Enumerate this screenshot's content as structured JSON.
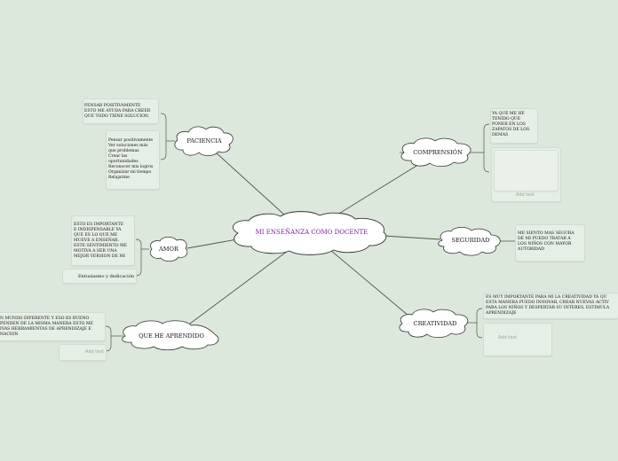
{
  "center": {
    "label": "MI ENSEÑANZA COMO DOCENTE",
    "color": "#7b1fa2"
  },
  "topics": {
    "paciencia": {
      "label": "PACIENCIA"
    },
    "comprension": {
      "label": "COMPRENSIÓN"
    },
    "amor": {
      "label": "AMOR"
    },
    "seguridad": {
      "label": "SEGURIDAD"
    },
    "creatividad": {
      "label": "CREATIVIDAD"
    },
    "aprendido": {
      "label": "QUE HE APRENDIDO"
    }
  },
  "notes": {
    "paciencia_1": "PENSAR POSITIVAMENTE\nESTO ME AYUDA PARA CREER\nQUE TODO TIENE SOLUCION.",
    "paciencia_2": "Pensar positivamente\nVer soluciones más\nque problemas\nCrear las\noportunidades\nReconocer mis logros\nOrganizar mi tiempo\nRelajarme",
    "comprension_1": "YA QUE ME HE\nTENIDO QUE\nPONER EN LOS\nZAPATOS DE LOS\nDEMAS",
    "comprension_addtext": "Add text",
    "amor_1": "ESTO ES IMPORTANTE\nE INDISPENSABLE YA\nQUE ES LO QUE ME\nMUEVE A ENSEÑAR.\nESTE SENTIMIENTO ME\nMOTIVA A SER UNA\nMEJOR VERSION DE MI",
    "amor_2": "Entusiasmo y dedicación",
    "seguridad_1": "ME SIENTO MAS SEGURA\nDE MI PUEDO TRATAR A\nLOS NIÑOS CON MAYOR\nAUTORIDAD",
    "creatividad_1": "ES MUY IMPORTANTE PARA MI LA CREATIVIDAD YA QU\nESTA MANERA PUEDO INNOVAR, CREAR NUEVAS ACTIV\nPARA LOS NIÑOS Y DESPERTAR SU INTERES, ESTIMULA\nAPRENDIZAJE",
    "creatividad_addtext": "Add text",
    "aprendido_1": "N MUNDO DIFERENTE Y ESO ES BUENO\nPENDEN DE LA MISMA MANERA ESTO ME\nIVAS HERRAMIENTAS DE APRENDIZAJE E\nNACION",
    "aprendido_addtext": "Add text"
  },
  "icons": {
    "camera": "camera-icon",
    "heart": "heart-icon",
    "teacher": "teacher-icon",
    "baby": "baby-icon",
    "kids": "kids-icon"
  },
  "colors": {
    "background": "#dce8dc",
    "node_fill": "#ffffff",
    "node_stroke": "#333333",
    "connector": "#4a5a4a",
    "card": "#e6efe6",
    "heart": "#e53935"
  }
}
